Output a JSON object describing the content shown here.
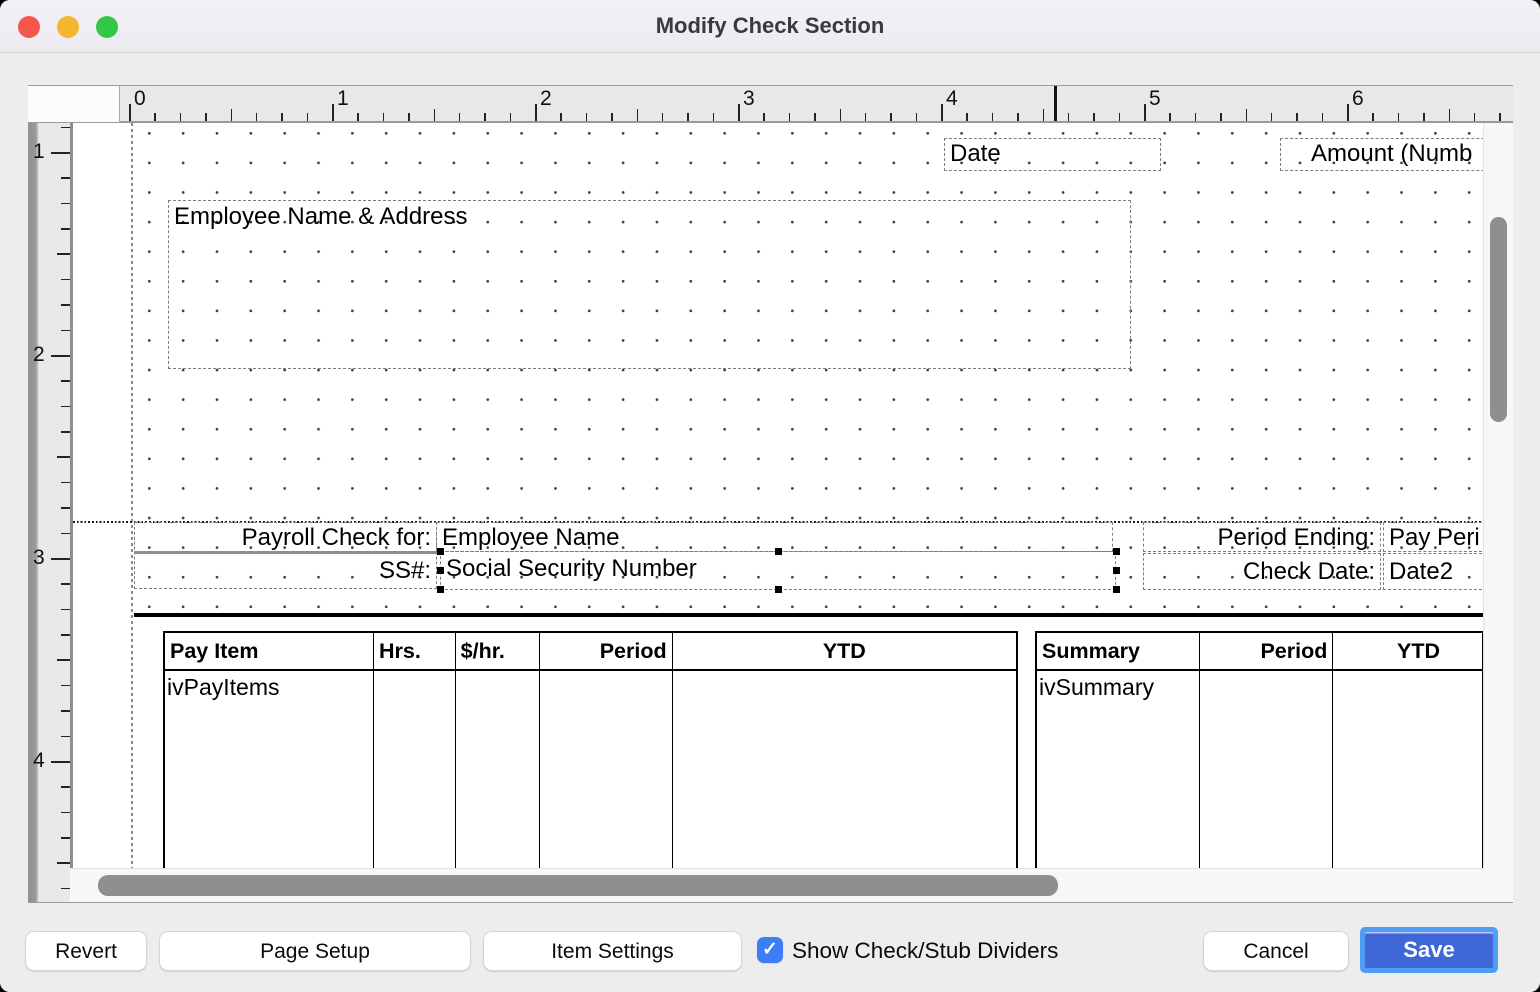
{
  "window": {
    "title": "Modify Check Section"
  },
  "rulers": {
    "horizontal": [
      "0",
      "1",
      "2",
      "3",
      "4",
      "5",
      "6"
    ],
    "vertical": [
      "1",
      "2",
      "3",
      "4"
    ]
  },
  "check_layout": {
    "date_field": "Date",
    "amount_field": "Amount (Numb",
    "name_address_field": "Employee Name & Address",
    "payroll_check_for_label": "Payroll Check for:",
    "employee_name_field": "Employee Name",
    "ss_label": "SS#:",
    "ss_field": "Social Security Number",
    "period_ending_label": "Period Ending:",
    "period_ending_field": "Pay Peri",
    "check_date_label": "Check Date:",
    "check_date_field": "Date2"
  },
  "tables": {
    "pay": {
      "headers": [
        "Pay Item",
        "Hrs.",
        "$/hr.",
        "Period",
        "YTD"
      ],
      "rows": [
        [
          "ivPayItems",
          "",
          "",
          "",
          ""
        ]
      ]
    },
    "summary": {
      "headers": [
        "Summary",
        "Period",
        "YTD"
      ],
      "rows": [
        [
          "ivSummary",
          "",
          ""
        ]
      ]
    }
  },
  "footer": {
    "revert": "Revert",
    "page_setup": "Page Setup",
    "item_settings": "Item Settings",
    "show_dividers_label": "Show Check/Stub Dividers",
    "show_dividers_checked": "true",
    "checkmark": "✓",
    "cancel": "Cancel",
    "save": "Save"
  }
}
